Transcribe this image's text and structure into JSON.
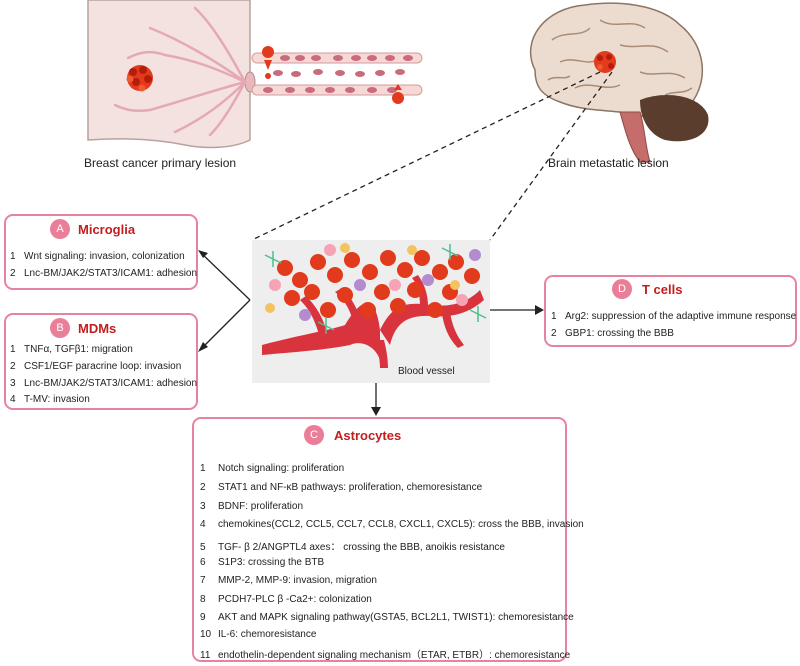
{
  "top": {
    "breast_caption": "Breast cancer primary lesion",
    "brain_caption": "Brain metastatic lesion"
  },
  "center": {
    "blood_vessel_label": "Blood vessel"
  },
  "microglia": {
    "badge": "A",
    "title": "Microglia",
    "items": [
      {
        "num": "1",
        "text": "Wnt signaling: invasion, colonization"
      },
      {
        "num": "2",
        "text": "Lnc-BM/JAK2/STAT3/ICAM1: adhesion"
      }
    ]
  },
  "mdms": {
    "badge": "B",
    "title": "MDMs",
    "items": [
      {
        "num": "1",
        "text": "TNFα, TGFβ1: migration"
      },
      {
        "num": "2",
        "text": "CSF1/EGF paracrine loop: invasion"
      },
      {
        "num": "3",
        "text": "Lnc-BM/JAK2/STAT3/ICAM1: adhesion"
      },
      {
        "num": "4",
        "text": "T-MV: invasion"
      }
    ]
  },
  "astrocytes": {
    "badge": "C",
    "title": "Astrocytes",
    "items": [
      {
        "num": "1",
        "text": "Notch signaling: proliferation"
      },
      {
        "num": "2",
        "text": "STAT1 and NF-κB pathways: proliferation, chemoresistance"
      },
      {
        "num": "3",
        "text": "BDNF: proliferation"
      },
      {
        "num": "4",
        "text": "chemokines(CCL2, CCL5, CCL7, CCL8, CXCL1, CXCL5): cross the BBB,  invasion"
      },
      {
        "num": "5",
        "text": "TGF- β 2/ANGPTL4 axes： crossing the BBB,  anoikis resistance"
      },
      {
        "num": "6",
        "text": "S1P3: crossing the BTB"
      },
      {
        "num": "7",
        "text": "MMP-2, MMP-9: invasion, migration"
      },
      {
        "num": "8",
        "text": "PCDH7-PLC β -Ca2+: colonization"
      },
      {
        "num": "9",
        "text": "AKT and MAPK signaling pathway(GSTA5, BCL2L1, TWIST1): chemoresistance"
      },
      {
        "num": "10",
        "text": "IL-6: chemoresistance"
      },
      {
        "num": "11",
        "text": "endothelin-dependent signaling mechanism（ETAR, ETBR）: chemoresistance"
      }
    ]
  },
  "tcells": {
    "badge": "D",
    "title": "T cells",
    "items": [
      {
        "num": "1",
        "text": "Arg2: suppression of the adaptive immune response"
      },
      {
        "num": "2",
        "text": "GBP1: crossing the BBB"
      }
    ]
  },
  "colors": {
    "panel_border": "#e8839f",
    "badge_fill": "#ea7e98",
    "title_red": "#c21e1e",
    "tumor_red": "#e23a1c",
    "vessel_red": "#d9343e",
    "microglia_yellow": "#f4c25e",
    "mdm_pink": "#f5a3b5",
    "astrocyte_green": "#4fbf8f",
    "tcell_purple": "#b58bd0"
  },
  "icons": {
    "breast": "breast-illustration",
    "brain": "brain-illustration",
    "vessel": "blood-vessel-illustration",
    "tumor": "tumor-cluster-icon"
  }
}
